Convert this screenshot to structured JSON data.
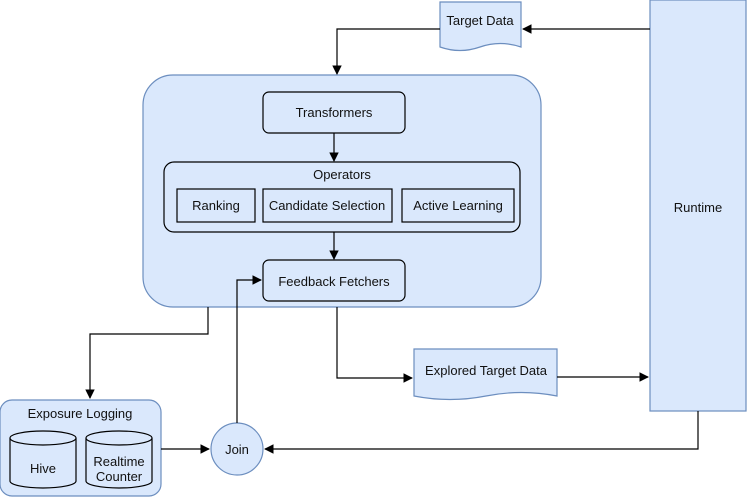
{
  "diagram": {
    "nodes": {
      "transformers": "Transformers",
      "operators": "Operators",
      "ranking": "Ranking",
      "candidate_selection": "Candidate Selection",
      "active_learning": "Active Learning",
      "feedback_fetchers": "Feedback Fetchers",
      "target_data": "Target Data",
      "explored_target_data": "Explored Target Data",
      "runtime": "Runtime",
      "exposure_logging": "Exposure Logging",
      "hive": "Hive",
      "realtime_counter_line1": "Realtime",
      "realtime_counter_line2": "Counter",
      "join": "Join"
    }
  },
  "colors": {
    "fill": "#dae8fc",
    "stroke": "#6c8ebf",
    "box_stroke": "#000000",
    "text": "#111111"
  }
}
